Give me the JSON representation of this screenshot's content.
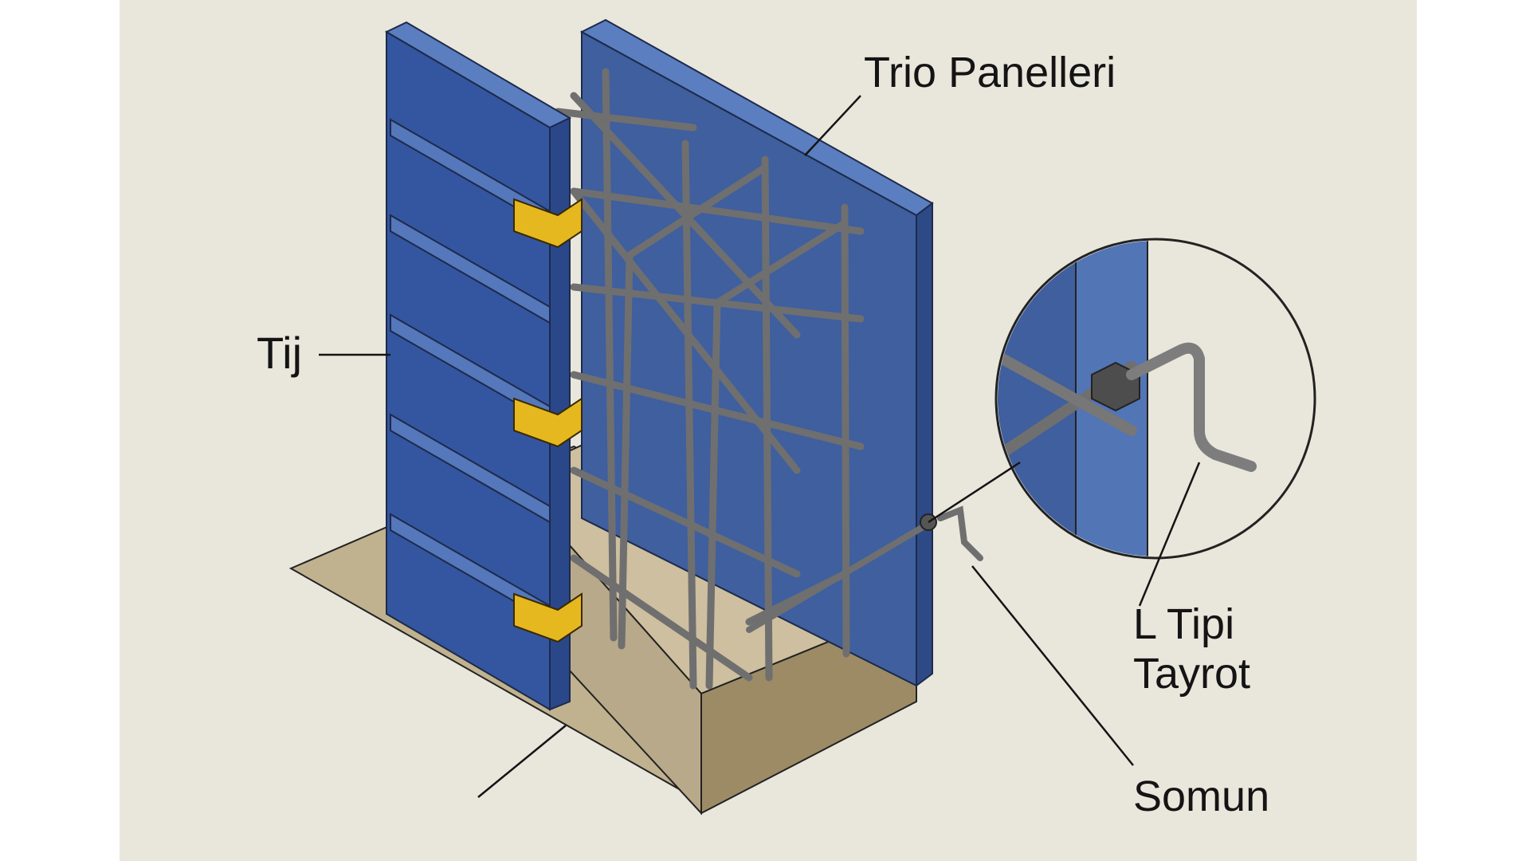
{
  "labels": {
    "trio_panelleri": "Trio Panelleri",
    "tij": "Tij",
    "l_tipi_line1": "L Tipi",
    "l_tipi_line2": "Tayrot",
    "somun": "Somun"
  },
  "colors": {
    "background": "#e9e6dc",
    "panel_face": "#3a5fa6",
    "panel_edge": "#5a7fc0",
    "panel_dark": "#2d4a87",
    "rebar": "#7a7a7a",
    "clamp": "#e6b820",
    "concrete_top": "#cbbfa2",
    "concrete_side": "#b3a47f",
    "ground": "#c0b28e"
  },
  "icons": [
    "formwork-panel",
    "rebar-cage",
    "clamp",
    "tie-rod",
    "nut",
    "detail-magnifier"
  ]
}
